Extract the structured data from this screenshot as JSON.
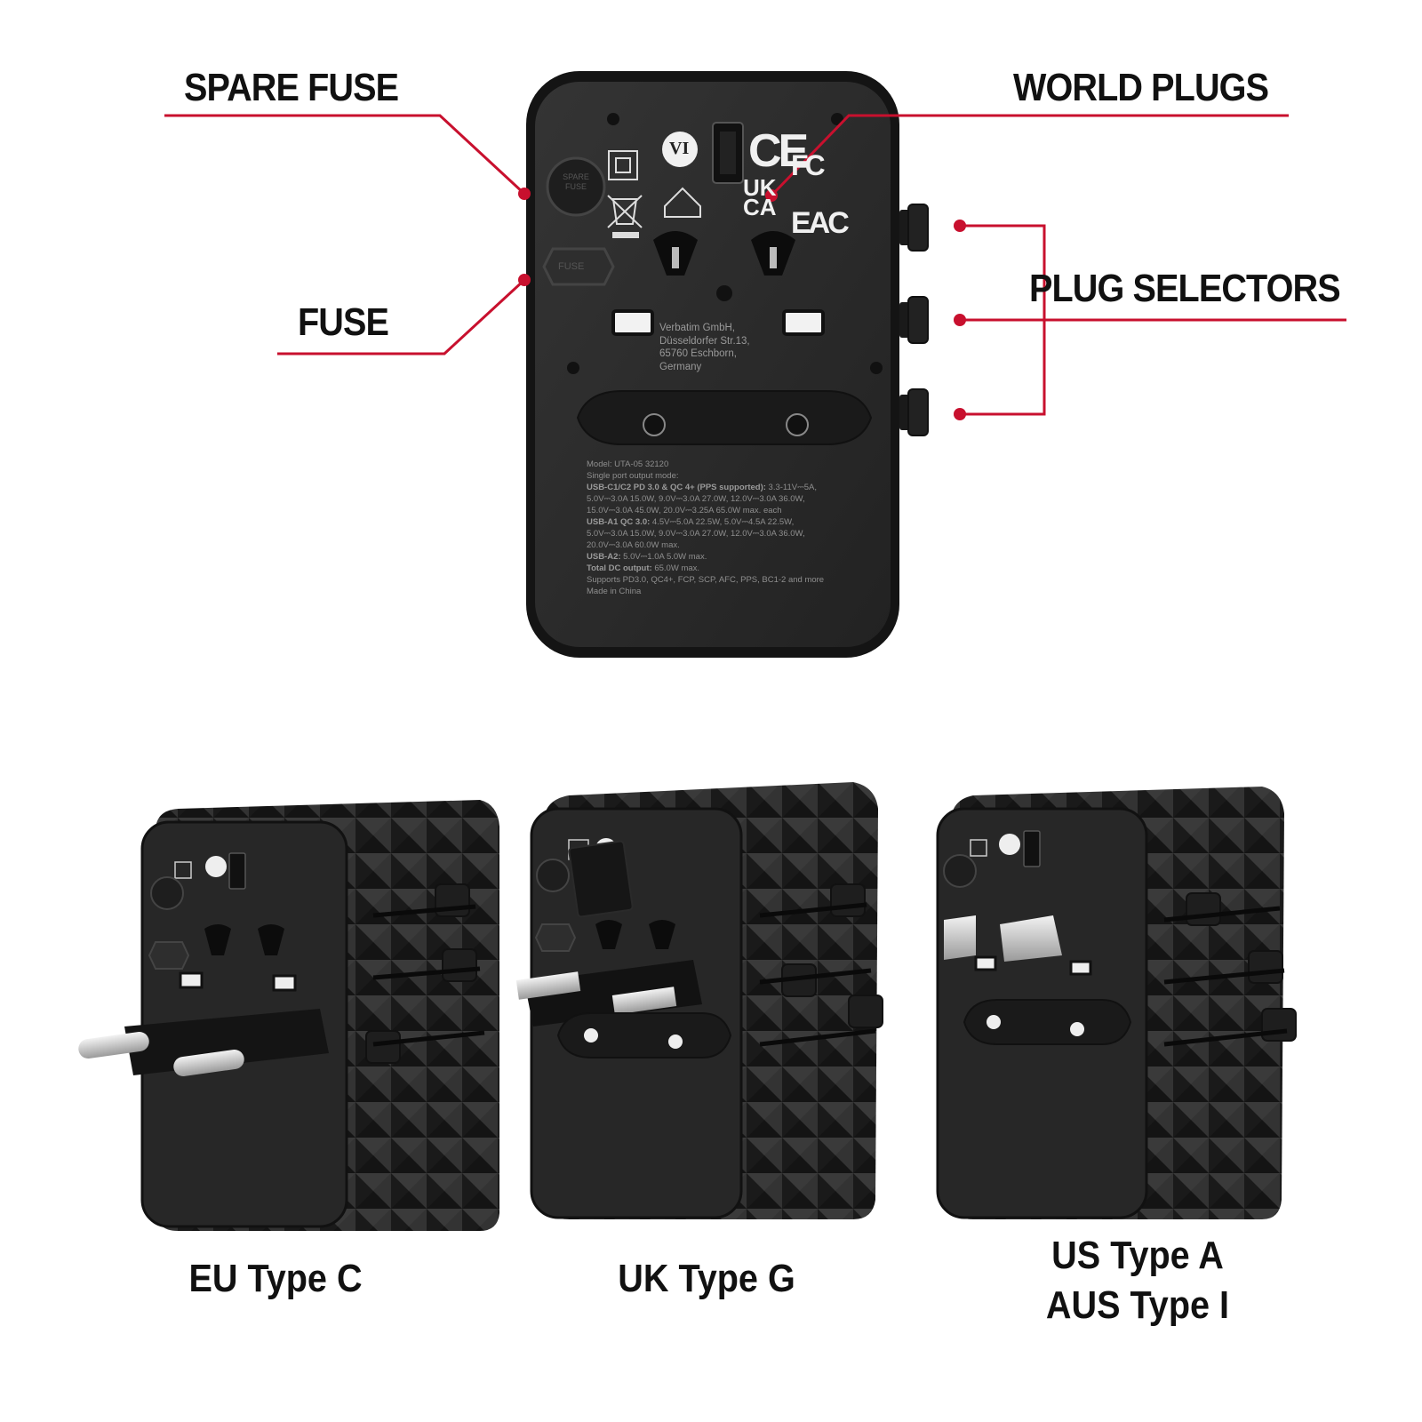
{
  "callouts": {
    "spare_fuse": "SPARE FUSE",
    "fuse": "FUSE",
    "world_plugs": "WORLD PLUGS",
    "plug_selectors": "PLUG SELECTORS"
  },
  "captions": {
    "eu": "EU Type C",
    "uk": "UK Type G",
    "us_line1": "US Type A",
    "us_line2": "AUS Type I"
  },
  "device": {
    "marks": {
      "vi": "VI",
      "ce": "CE",
      "fc": "FC",
      "ukca_1": "UK",
      "ukca_2": "CA",
      "eac": "EAC",
      "spare_fuse_cap": "SPARE FUSE",
      "fuse_cap": "FUSE"
    },
    "manufacturer": [
      "Verbatim GmbH,",
      "Düsseldorfer Str.13,",
      "65760 Eschborn,",
      "Germany"
    ],
    "specs": [
      {
        "bold": "",
        "text": "Model:  UTA-05 32120"
      },
      {
        "bold": "",
        "text": "Single port output mode:"
      },
      {
        "bold": "USB-C1/C2 PD 3.0 & QC 4+ (PPS supported):",
        "text": " 3.3-11V⎓5A,"
      },
      {
        "bold": "",
        "text": "5.0V⎓3.0A 15.0W, 9.0V⎓3.0A 27.0W, 12.0V⎓3.0A 36.0W,"
      },
      {
        "bold": "",
        "text": "15.0V⎓3.0A 45.0W, 20.0V⎓3.25A 65.0W max. each"
      },
      {
        "bold": "USB-A1 QC 3.0:",
        "text": " 4.5V⎓5.0A 22.5W, 5.0V⎓4.5A 22.5W,"
      },
      {
        "bold": "",
        "text": "5.0V⎓3.0A 15.0W, 9.0V⎓3.0A 27.0W, 12.0V⎓3.0A 36.0W,"
      },
      {
        "bold": "",
        "text": "20.0V⎓3.0A 60.0W max."
      },
      {
        "bold": "USB-A2:",
        "text": " 5.0V⎓1.0A 5.0W max."
      },
      {
        "bold": "Total DC output:",
        "text": " 65.0W max."
      },
      {
        "bold": "",
        "text": "Supports PD3.0, QC4+, FCP, SCP, AFC, PPS, BC1-2 and more"
      },
      {
        "bold": "",
        "text": "Made in China"
      }
    ]
  },
  "colors": {
    "accent": "#c8102e",
    "device_body": "#2b2b2b",
    "device_edge": "#141414",
    "label_text": "#8a8a8a"
  }
}
